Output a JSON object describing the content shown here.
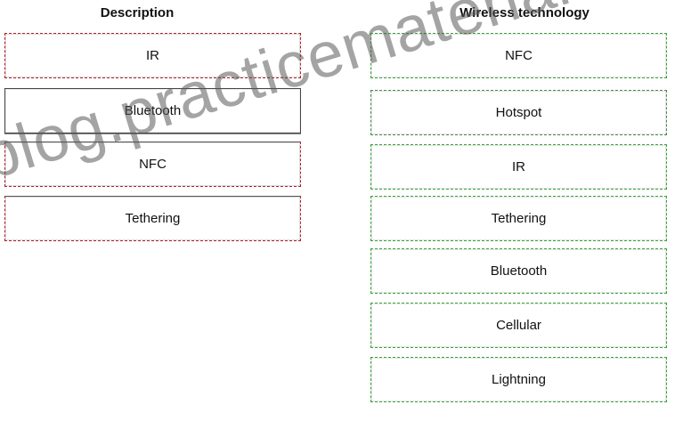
{
  "headings": {
    "description": "Description",
    "wireless": "Wireless technology"
  },
  "description_boxes": [
    {
      "label": "IR"
    },
    {
      "label": "Bluetooth"
    },
    {
      "label": "NFC"
    },
    {
      "label": "Tethering"
    }
  ],
  "technology_boxes": [
    {
      "label": "NFC"
    },
    {
      "label": "Hotspot"
    },
    {
      "label": "IR"
    },
    {
      "label": "Tethering"
    },
    {
      "label": "Bluetooth"
    },
    {
      "label": "Cellular"
    },
    {
      "label": "Lightning"
    }
  ],
  "watermark": "blog.practicematerial.com",
  "colors": {
    "description_border": "#b0202a",
    "technology_border": "#3aa23a",
    "text": "#111111"
  }
}
